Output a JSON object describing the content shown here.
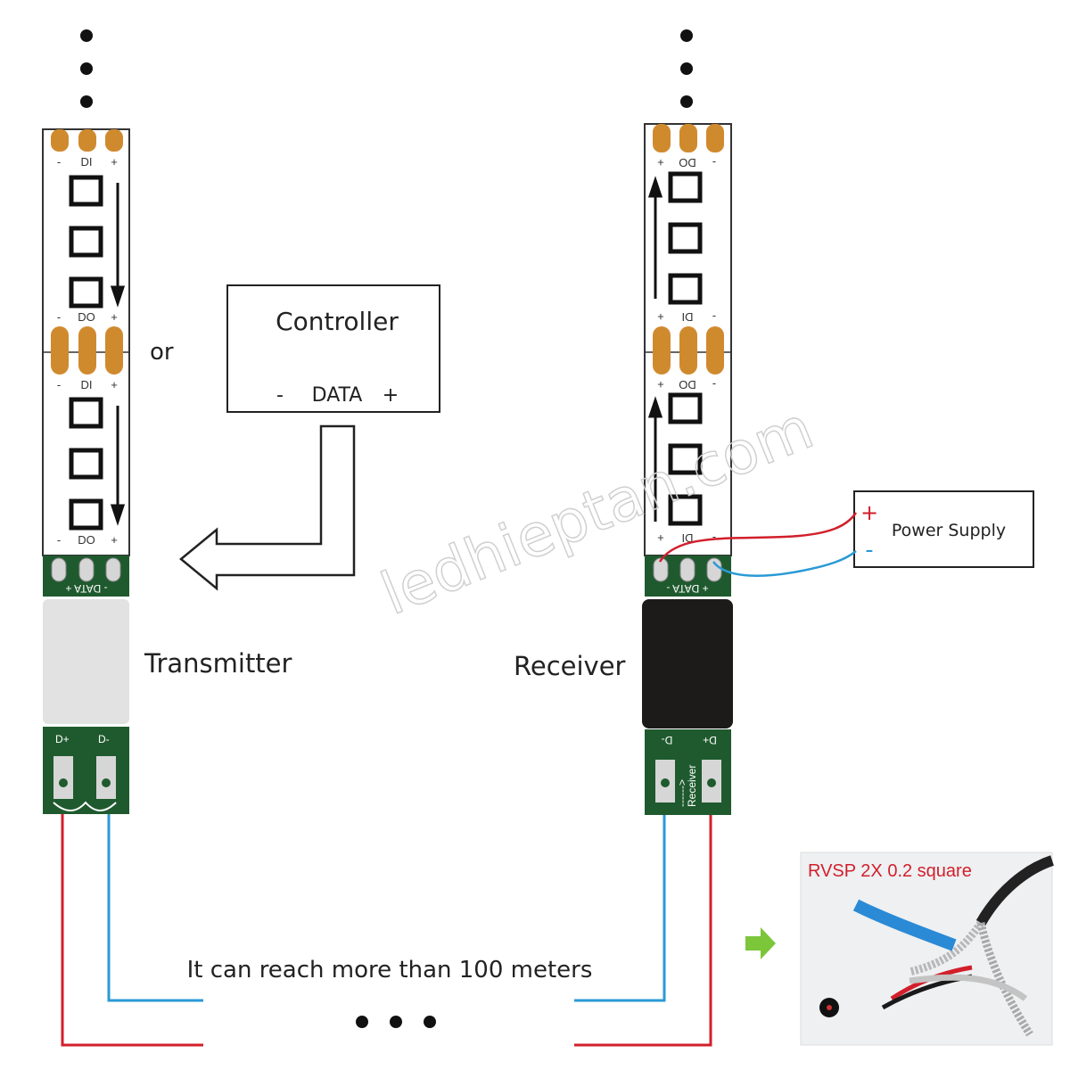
{
  "controller": {
    "title": "Controller",
    "minus": "-",
    "data": "DATA",
    "plus": "+"
  },
  "or_label": "or",
  "transmitter_label": "Transmitter",
  "receiver_label": "Receiver",
  "power_supply": {
    "title": "Power Supply",
    "plus": "+",
    "minus": "-"
  },
  "distance_caption": "It can reach more than 100 meters",
  "cable_photo_caption": "RVSP 2X 0.2 square",
  "watermark": "ledhieptan.com",
  "strip_left": {
    "pad_top": {
      "minus": "-",
      "name": "DI",
      "plus": "+"
    },
    "pad_mid_upper": {
      "minus": "-",
      "name": "DO",
      "plus": "+"
    },
    "pad_mid_lower": {
      "minus": "-",
      "name": "DI",
      "plus": "+"
    },
    "pad_bottom": {
      "minus": "-",
      "name": "DO",
      "plus": "+"
    },
    "pcb_data": "- DATA +",
    "pcb_d_plus": "D+",
    "pcb_d_minus": "D-"
  },
  "strip_right": {
    "pad_top": {
      "plus": "+",
      "name": "DO",
      "minus": "-"
    },
    "pad_mid_upper": {
      "plus": "+",
      "name": "DI",
      "minus": "-"
    },
    "pad_mid_lower": {
      "plus": "+",
      "name": "DO",
      "minus": "-"
    },
    "pad_bottom": {
      "plus": "+",
      "name": "DI",
      "minus": "-"
    },
    "pcb_data": "+ DATA -",
    "pcb_d_minus": "D-",
    "pcb_d_plus": "D+",
    "pcb_receiver": "Receiver",
    "pcb_arrow": "------>"
  },
  "colors": {
    "pcb_green": "#1f5a2e",
    "copper": "#d08a2e",
    "wire_red": "#d21f2b",
    "wire_blue": "#2a9ad6",
    "receiver_body": "#1d1b1a",
    "transmitter_body": "#e2e2e2",
    "arrow_green": "#7cc63a",
    "photo_caption": "#d21f2b"
  }
}
